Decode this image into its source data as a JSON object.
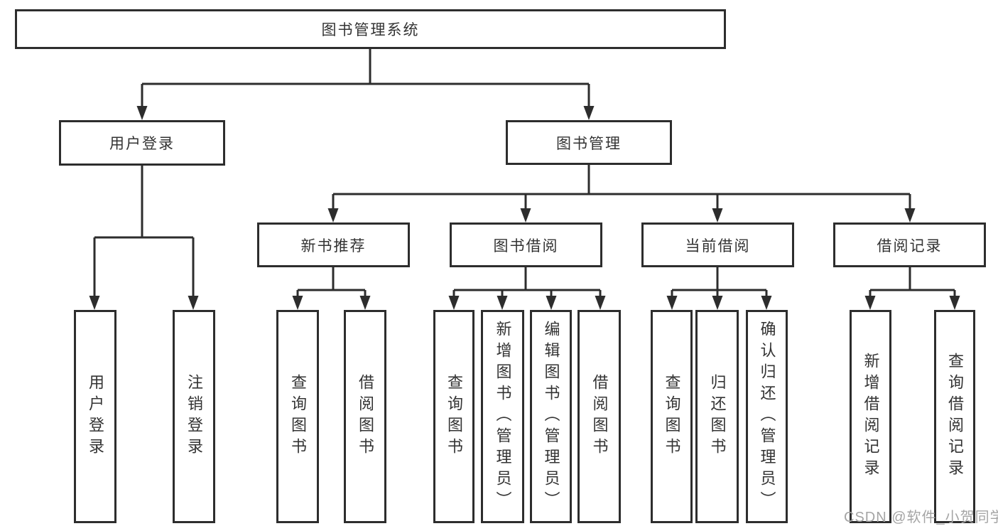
{
  "diagram": {
    "type": "hierarchy-tree",
    "colors": {
      "line": "#2d2d2d",
      "box_border": "#2d2d2d",
      "text": "#333333",
      "background": "#ffffff",
      "watermark_text": "#a5a5a5"
    },
    "tree": {
      "root": {
        "label": "图书管理系统",
        "children": [
          {
            "label": "用户登录",
            "children": [
              {
                "label": "用户登录"
              },
              {
                "label": "注销登录"
              }
            ]
          },
          {
            "label": "图书管理",
            "children": [
              {
                "label": "新书推荐",
                "children": [
                  {
                    "label": "查询图书"
                  },
                  {
                    "label": "借阅图书"
                  }
                ]
              },
              {
                "label": "图书借阅",
                "children": [
                  {
                    "label": "查询图书"
                  },
                  {
                    "label": "新增图书（管理员）"
                  },
                  {
                    "label": "编辑图书（管理员）"
                  },
                  {
                    "label": "借阅图书"
                  }
                ]
              },
              {
                "label": "当前借阅",
                "children": [
                  {
                    "label": "查询图书"
                  },
                  {
                    "label": "归还图书"
                  },
                  {
                    "label": "确认归还（管理员）"
                  }
                ]
              },
              {
                "label": "借阅记录",
                "children": [
                  {
                    "label": "新增借阅记录"
                  },
                  {
                    "label": "查询借阅记录"
                  }
                ]
              }
            ]
          }
        ]
      }
    },
    "watermark": {
      "text": "CSDN @软件_小贺同学"
    }
  }
}
